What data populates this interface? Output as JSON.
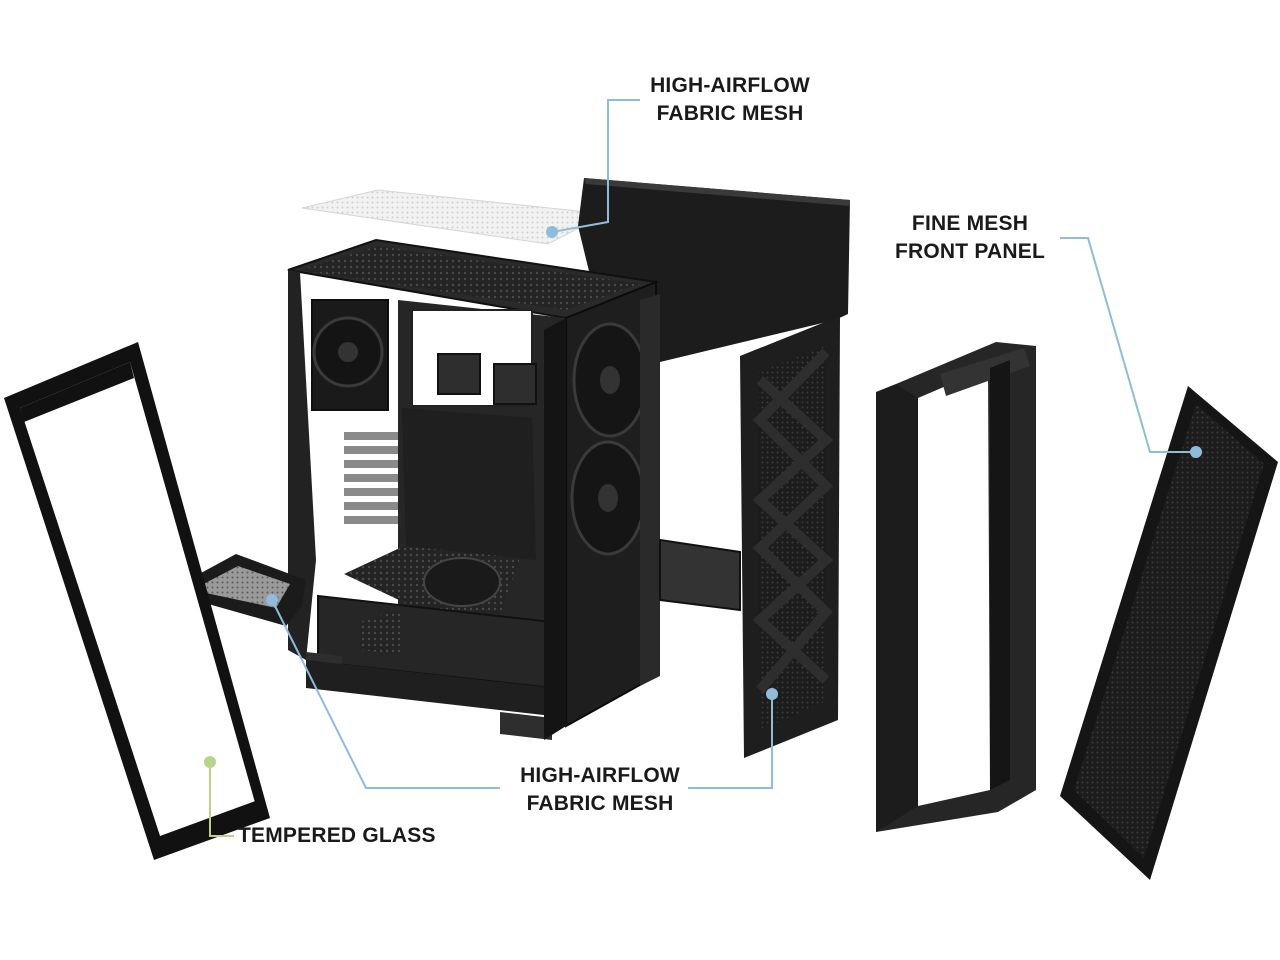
{
  "callouts": {
    "top_mesh": {
      "line1": "HIGH-AIRFLOW",
      "line2": "FABRIC MESH"
    },
    "front_panel": {
      "line1": "FINE MESH",
      "line2": "FRONT PANEL"
    },
    "bottom_mesh": {
      "line1": "HIGH-AIRFLOW",
      "line2": "FABRIC MESH"
    },
    "glass": {
      "text": "TEMPERED GLASS"
    }
  },
  "colors": {
    "leader_blue": "#8fbcdb",
    "leader_green": "#b9d38a",
    "panel_black": "#1e1e1e",
    "panel_dark": "#2b2b2b",
    "frame_gray": "#3a3a3a"
  }
}
